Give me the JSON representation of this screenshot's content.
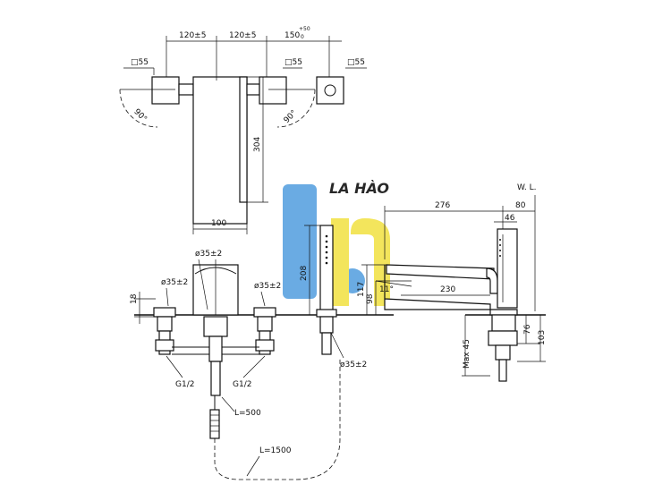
{
  "brand": {
    "name": "LA HÀO",
    "colors": {
      "blue": "#5aa3e0",
      "yellow": "#f2e34b"
    }
  },
  "top_view": {
    "dims": {
      "spacing_left": "120±5",
      "spacing_right": "120±5",
      "spacing_far_base": "150",
      "spacing_far_tol_upper": "+50",
      "spacing_far_tol_lower": "0",
      "handle_left_size": "□55",
      "handle_right_size": "□55",
      "handle_far_size": "□55",
      "rotation_left": "90°",
      "rotation_right": "90°",
      "spout_length": "304",
      "spout_width": "100"
    }
  },
  "front_view": {
    "dims": {
      "hole_center": "ø35±2",
      "hole_left": "ø35±2",
      "hole_right": "ø35±2",
      "hole_shower": "ø35±2",
      "deck_height": "18",
      "thread_left": "G1/2",
      "thread_right": "G1/2",
      "hose_short": "L=500",
      "hose_long": "L=1500",
      "shower_height": "208"
    }
  },
  "side_view": {
    "dims": {
      "water_level": "W. L.",
      "reach": "276",
      "reach_offset": "80",
      "shower_dia": "46",
      "spout_height": "117",
      "spout_height_inner": "98",
      "angle": "11°",
      "spout_projection": "230",
      "max_deck": "Max 45",
      "height_76": "76",
      "height_103": "103"
    }
  }
}
